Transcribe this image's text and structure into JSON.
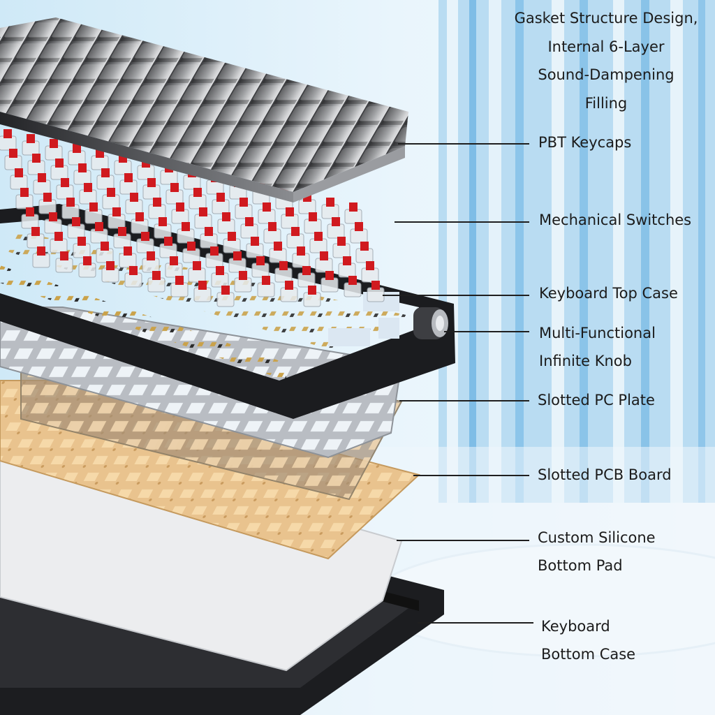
{
  "title_lines": [
    "Gasket Structure Design,",
    "Internal 6-Layer",
    "Sound-Dampening",
    "Filling"
  ],
  "labels": {
    "keycaps": [
      "PBT Keycaps"
    ],
    "switches": [
      "Mechanical Switches"
    ],
    "top_case": [
      "Keyboard Top Case"
    ],
    "knob": [
      "Multi-Functional",
      "Infinite Knob"
    ],
    "plate": [
      "Slotted PC Plate"
    ],
    "pcb": [
      "Slotted PCB Board"
    ],
    "pad": [
      "Custom Silicone",
      "Bottom Pad"
    ],
    "bottom_case": [
      "Keyboard",
      "Bottom Case"
    ]
  },
  "colors": {
    "switch_stem": "#d01a1f",
    "keycap_dark": "#3c3d40",
    "keycap_light": "#d6d7d9",
    "case": "#1c1d20",
    "pcb": "#e9c38e",
    "pad": "#ecedef",
    "plate": "#b8bcc2"
  }
}
